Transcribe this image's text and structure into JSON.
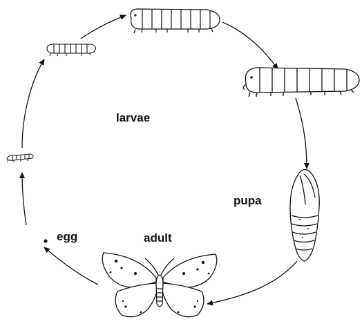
{
  "diagram": {
    "labels": {
      "larvae": "larvae",
      "pupa": "pupa",
      "egg": "egg",
      "adult": "adult"
    },
    "stages": [
      "egg",
      "larvae",
      "pupa",
      "adult"
    ],
    "colors": {
      "ink": "#111111",
      "background": "#ffffff"
    }
  }
}
